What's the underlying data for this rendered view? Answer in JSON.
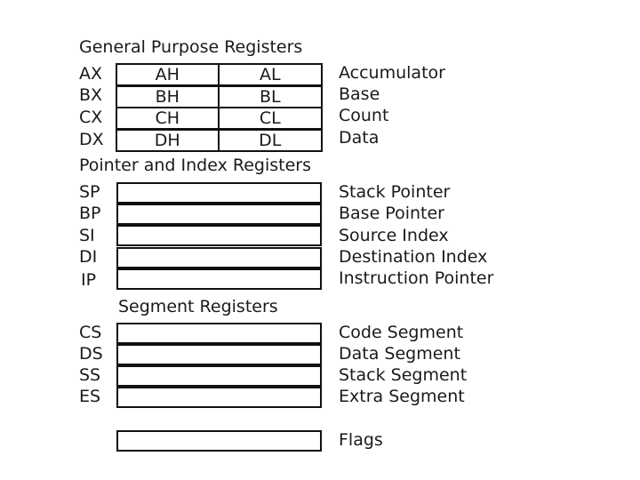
{
  "sections": {
    "general": "General Purpose Registers",
    "pointer": "Pointer and Index Registers",
    "segment": "Segment Registers"
  },
  "general_registers": [
    {
      "name": "AX",
      "high": "AH",
      "low": "AL",
      "desc": "Accumulator"
    },
    {
      "name": "BX",
      "high": "BH",
      "low": "BL",
      "desc": "Base"
    },
    {
      "name": "CX",
      "high": "CH",
      "low": "CL",
      "desc": "Count"
    },
    {
      "name": "DX",
      "high": "DH",
      "low": "DL",
      "desc": "Data"
    }
  ],
  "pointer_registers": [
    {
      "name": "SP",
      "desc": "Stack Pointer"
    },
    {
      "name": "BP",
      "desc": "Base Pointer"
    },
    {
      "name": "SI",
      "desc": "Source Index"
    },
    {
      "name": "DI",
      "desc": "Destination Index"
    },
    {
      "name": "IP",
      "desc": "Instruction Pointer"
    }
  ],
  "segment_registers": [
    {
      "name": "CS",
      "desc": "Code Segment"
    },
    {
      "name": "DS",
      "desc": "Data Segment"
    },
    {
      "name": "SS",
      "desc": "Stack Segment"
    },
    {
      "name": "ES",
      "desc": "Extra Segment"
    }
  ],
  "flags": {
    "desc": "Flags"
  }
}
